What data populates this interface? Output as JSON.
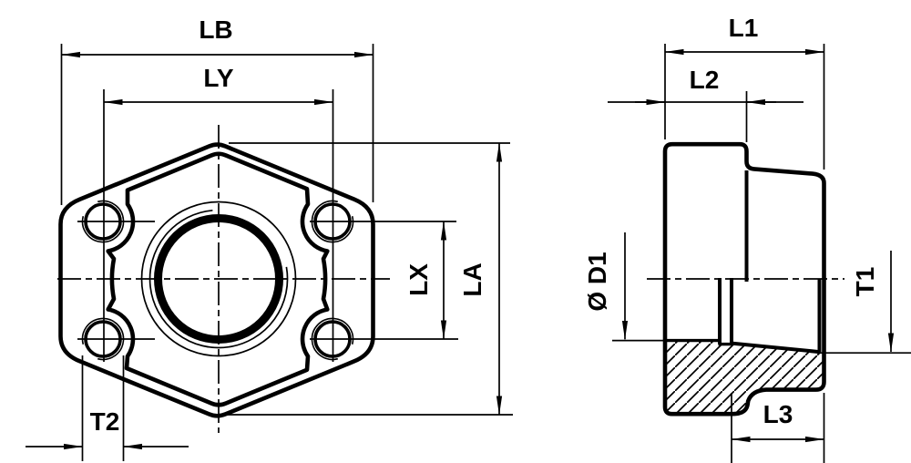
{
  "drawing": {
    "type": "technical-drawing",
    "subject": "threaded-port-flange",
    "colors": {
      "line": "#000000",
      "background": "#ffffff"
    },
    "front_view": {
      "name": "flange front view",
      "dims": {
        "lb": "LB",
        "ly": "LY",
        "lx": "LX",
        "la": "LA",
        "t2": "T2"
      }
    },
    "side_view": {
      "name": "flange side section view",
      "dims": {
        "l1": "L1",
        "l2": "L2",
        "d1": "Ø D1",
        "t1": "T1",
        "l3": "L3"
      }
    }
  }
}
